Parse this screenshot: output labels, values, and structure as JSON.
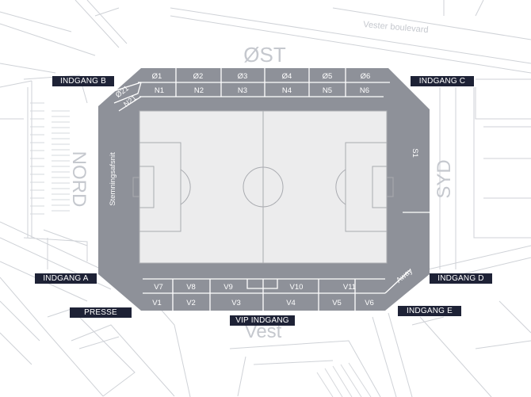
{
  "street": "Vester boulevard",
  "compass": {
    "east": "ØST",
    "north": "NORD",
    "south": "SYD",
    "west": "Vest"
  },
  "entrances": {
    "a": "INDGANG A",
    "b": "INDGANG B",
    "c": "INDGANG C",
    "d": "INDGANG D",
    "e": "INDGANG E",
    "press": "PRESSE",
    "vip": "VIP INDGANG"
  },
  "sections": {
    "east_upper": [
      "Ø1",
      "Ø2",
      "Ø3",
      "Ø4",
      "Ø5",
      "Ø6"
    ],
    "east_lower": [
      "N1",
      "N2",
      "N3",
      "N4",
      "N5",
      "N6"
    ],
    "corner_upper": "Ø21",
    "corner_lower": "N21",
    "north_stand": "Stemningsafsnit",
    "south_stand": "S1",
    "away": "Away",
    "west_upper": [
      "V7",
      "V8",
      "V9",
      "V10",
      "V11"
    ],
    "west_lower": [
      "V1",
      "V2",
      "V3",
      "V4",
      "V5",
      "V6"
    ]
  },
  "colors": {
    "stand": "#8e9199",
    "pitch": "#ececed",
    "pitch_line": "#a9abb0",
    "gate_bg": "#1e2236",
    "roads": "#c9ccd2"
  }
}
